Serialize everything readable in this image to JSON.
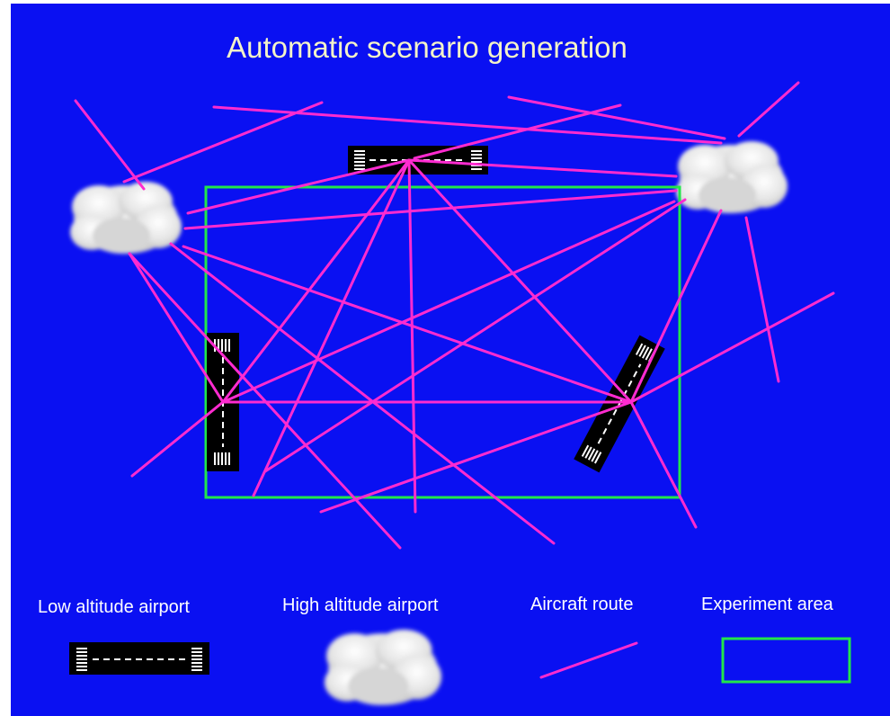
{
  "title": "Automatic scenario generation",
  "colors": {
    "background": "#0a10f2",
    "route": "#ff2bd0",
    "experiment_area": "#22e64a",
    "runway": "#000000",
    "runway_marks": "#ffffff",
    "cloud": "#f2f2f2"
  },
  "legend": {
    "low_altitude_airport": "Low altitude airport",
    "high_altitude_airport": "High altitude airport",
    "aircraft_route": "Aircraft route",
    "experiment_area": "Experiment area"
  },
  "icons": {
    "low_altitude_airport": "runway-icon",
    "high_altitude_airport": "cloud-icon",
    "aircraft_route": "route-line-icon",
    "experiment_area": "rectangle-outline-icon"
  }
}
